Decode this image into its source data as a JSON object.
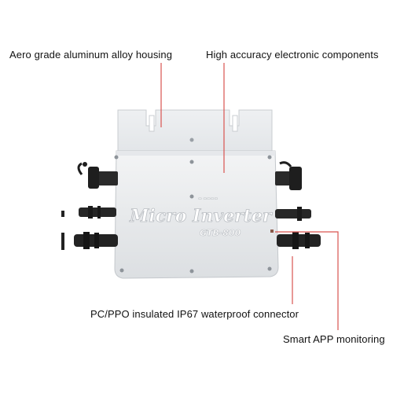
{
  "callouts": {
    "housing": "Aero grade aluminum alloy housing",
    "electronic": "High accuracy electronic components",
    "connector": "PC/PPO insulated IP67 waterproof connector",
    "app": "Smart APP monitoring"
  },
  "product": {
    "title": "Micro Inverter",
    "model": "GTB-800"
  },
  "colors": {
    "leader": "#d9534f",
    "housing": "#eceef0",
    "connector": "#222222"
  }
}
